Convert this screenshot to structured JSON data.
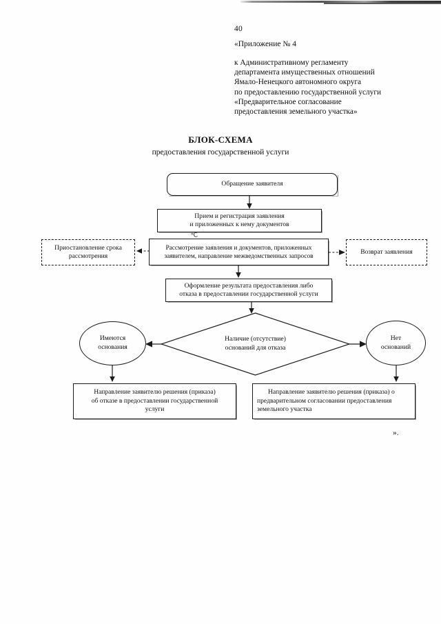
{
  "document": {
    "page_number": "40",
    "appendix_title": "«Приложение № 4",
    "appendix_lines": [
      "к Административному регламенту",
      "департамента имущественных отношений",
      "Ямало-Ненецкого автономного округа",
      "по предоставлению государственной услуги",
      "«Предварительное согласование",
      "предоставления земельного участка»"
    ],
    "chart_title": "БЛОК-СХЕМА",
    "chart_subtitle": "предоставления государственной услуги",
    "closing_mark": "».",
    "speckle_glyph": "℃"
  },
  "flowchart": {
    "nodes": {
      "start": "Обращение заявителя",
      "intake": "Прием и регистрация заявления\nи приложенных к нему документов",
      "review": "Рассмотрение заявления и документов, приложенных\nзаявителем, направление межведомственных запросов",
      "suspend": "Приостановление срока\nрассмотрения",
      "return": "Возврат заявления",
      "result": "Оформление результата предоставления либо\nотказа в предоставлении государственной услуги",
      "decision": "Наличие (отсутствие)\nоснований для отказа",
      "grounds_yes": "Имеются\nоснования",
      "grounds_no": "Нет\nоснований",
      "refusal": "Направление заявителю решения (приказа)\nоб отказе в предоставлении государственной\nуслуги",
      "approval": "Направление заявителю решения (приказа) о\nпредварительном согласовании предоставления\nземельного участка"
    },
    "colors": {
      "line": "#1b1b1b",
      "text": "#111111",
      "background": "#ffffff"
    }
  }
}
